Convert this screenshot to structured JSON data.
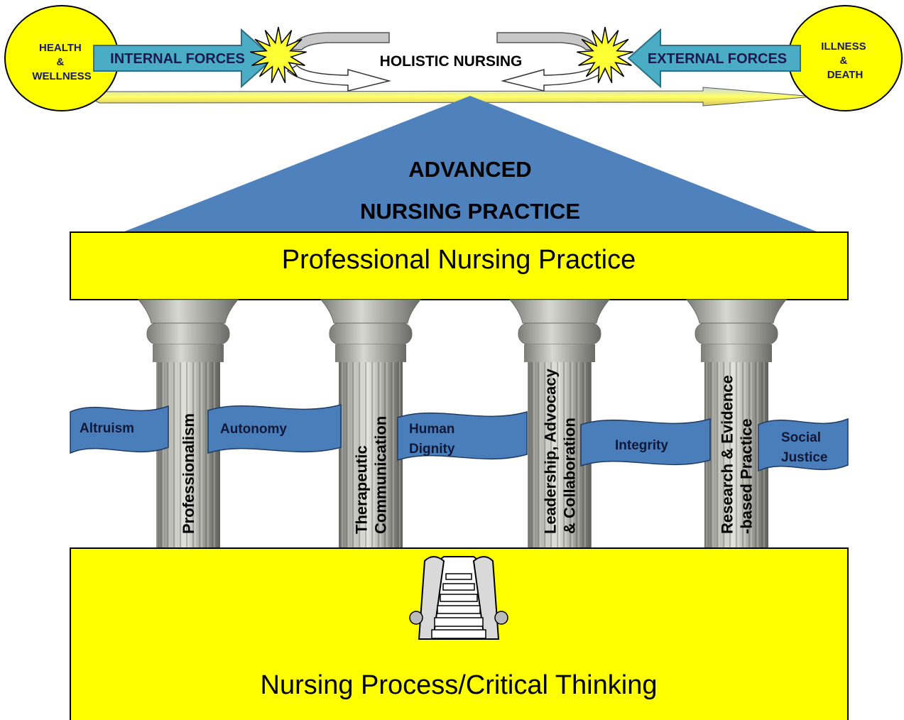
{
  "top": {
    "left_circle": [
      "HEALTH",
      "&",
      "WELLNESS"
    ],
    "right_circle": [
      "ILLNESS",
      "&",
      "DEATH"
    ],
    "internal_forces": "INTERNAL FORCES",
    "external_forces": "EXTERNAL FORCES",
    "holistic_nursing": "HOLISTIC NURSING"
  },
  "roof": {
    "line1": "ADVANCED",
    "line2": "NURSING PRACTICE"
  },
  "entablature": "Professional Nursing Practice",
  "pillars": [
    {
      "lines": [
        "Professionalism"
      ]
    },
    {
      "lines": [
        "Therapeutic",
        "Communication"
      ]
    },
    {
      "lines": [
        "Leadership, Advocacy",
        "& Collaboration"
      ]
    },
    {
      "lines": [
        "Research & Evidence",
        "-based  Practice"
      ]
    }
  ],
  "ribbons": [
    {
      "lines": [
        "Altruism"
      ]
    },
    {
      "lines": [
        "Autonomy"
      ]
    },
    {
      "lines": [
        "Human",
        "Dignity"
      ]
    },
    {
      "lines": [
        "Integrity"
      ]
    },
    {
      "lines": [
        "Social",
        "Justice"
      ]
    }
  ],
  "base": "Nursing Process/Critical Thinking",
  "colors": {
    "yellow": "#ffff00",
    "roof_blue": "#4f81bd",
    "ribbon_blue": "#4a7ebb",
    "arrow_teal": "#4bacc6",
    "pillar_gray": "#9a9a94",
    "outline": "#000000"
  },
  "icons": [
    "starburst-icon",
    "escalator-icon"
  ]
}
